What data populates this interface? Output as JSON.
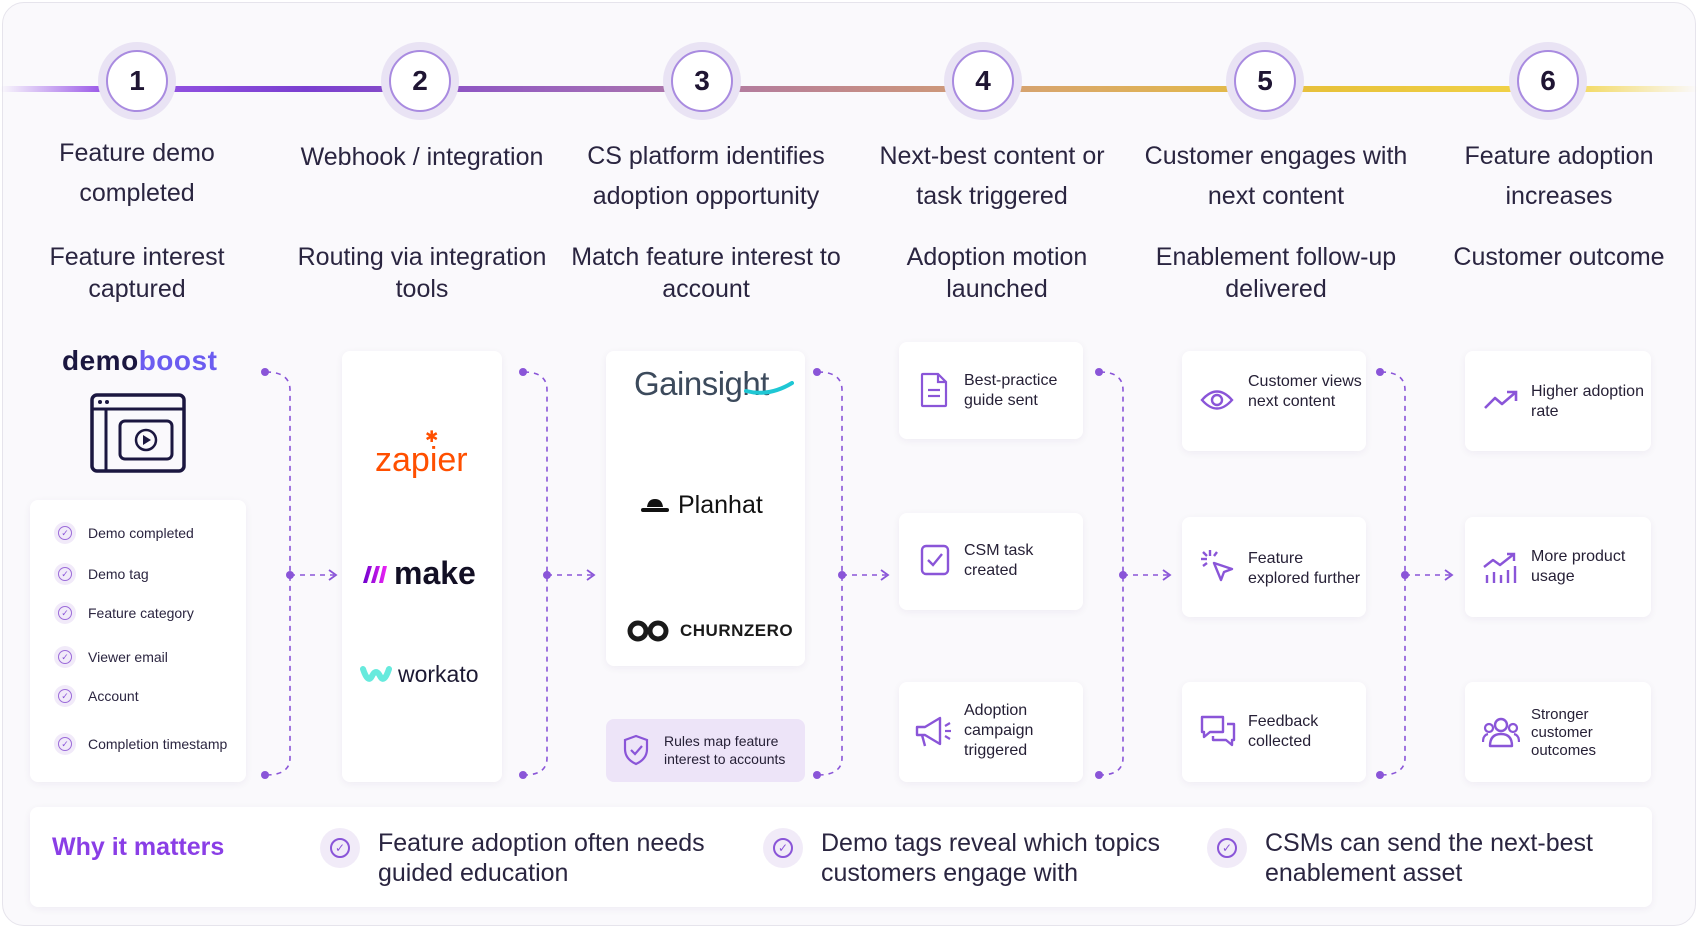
{
  "steps": [
    {
      "num": "1",
      "title": "Feature demo completed",
      "subtitle": "Feature interest captured"
    },
    {
      "num": "2",
      "title": "Webhook / integration",
      "subtitle": "Routing via integration tools"
    },
    {
      "num": "3",
      "title": "CS platform identifies adoption opportunity",
      "subtitle": "Match feature interest to account"
    },
    {
      "num": "4",
      "title": "Next-best content or task triggered",
      "subtitle": "Adoption motion launched"
    },
    {
      "num": "5",
      "title": "Customer engages with next content",
      "subtitle": "Enablement follow-up delivered"
    },
    {
      "num": "6",
      "title": "Feature adoption increases",
      "subtitle": "Customer outcome"
    }
  ],
  "col1": {
    "logo_part1": "demo",
    "logo_part2": "boost",
    "fields": [
      "Demo completed",
      "Demo tag",
      "Feature category",
      "Viewer email",
      "Account",
      "Completion timestamp"
    ]
  },
  "col2": {
    "tools": [
      "zapier",
      "make",
      "workato"
    ]
  },
  "col3": {
    "platforms": [
      "Gainsight",
      "Planhat",
      "CHURNZERO"
    ],
    "rules_note": "Rules map feature interest to accounts"
  },
  "col4": {
    "items": [
      {
        "label": "Best-practice guide sent",
        "icon": "document-icon"
      },
      {
        "label": "CSM task created",
        "icon": "task-check-icon"
      },
      {
        "label": "Adoption campaign triggered",
        "icon": "megaphone-icon"
      }
    ]
  },
  "col5": {
    "items": [
      {
        "label": "Customer views next content",
        "icon": "eye-icon"
      },
      {
        "label": "Feature explored further",
        "icon": "cursor-click-icon"
      },
      {
        "label": "Feedback collected",
        "icon": "chat-icon"
      }
    ]
  },
  "col6": {
    "items": [
      {
        "label": "Higher adoption rate",
        "icon": "trend-up-icon"
      },
      {
        "label": "More product usage",
        "icon": "bar-trend-icon"
      },
      {
        "label": "Stronger customer outcomes",
        "icon": "users-icon"
      }
    ]
  },
  "why": {
    "label": "Why it matters",
    "points": [
      "Feature adoption often needs guided education",
      "Demo tags reveal which topics customers engage with",
      "CSMs can send the next-best enablement asset"
    ]
  },
  "colors": {
    "accent": "#8a3ee6",
    "connector": "#8a55d8"
  }
}
